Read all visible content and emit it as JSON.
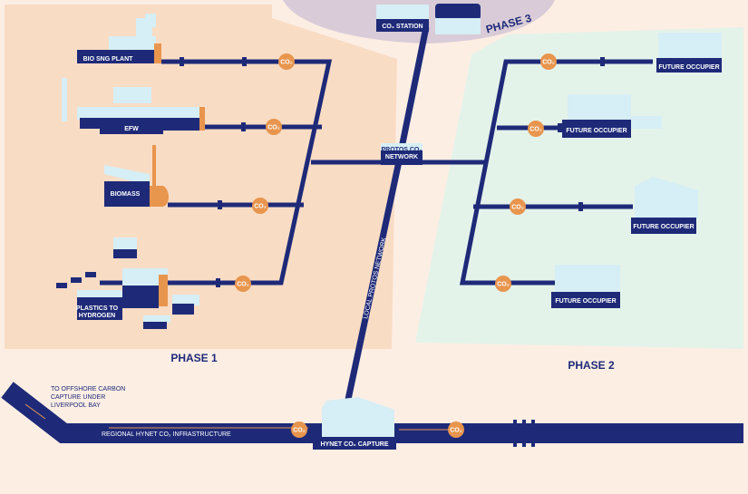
{
  "colors": {
    "background": "#fdeee4",
    "phase1_zone": "#f9dcc4",
    "phase2_zone": "#e4f3ea",
    "phase3_zone": "#d9ccd8",
    "pipe": "#1e2a78",
    "co2_badge": "#e8954e",
    "building_top": "#d6eef5",
    "building_front": "#1e2a78",
    "building_side": "#e8954e"
  },
  "phases": {
    "phase1": "PHASE 1",
    "phase2": "PHASE 2",
    "phase3": "PHASE 3"
  },
  "co2_label": "CO₂",
  "facilities": {
    "co2_station": "CO₂ STATION",
    "bio_sng": "BIO SNG PLANT",
    "efw": "EFW",
    "biomass": "BIOMASS",
    "plastics_line1": "PLASTICS TO",
    "plastics_line2": "HYDROGEN",
    "protos_line1": "PROTOS CO₂",
    "protos_line2": "NETWORK",
    "future_1": "FUTURE OCCUPIER",
    "future_2": "FUTURE OCCUPIER",
    "future_3": "FUTURE OCCUPIER",
    "future_4": "FUTURE OCCUPIER",
    "hynet_capture": "HYNET CO₂ CAPTURE"
  },
  "networks": {
    "local": "LOCAL PROTOS NETWORK",
    "regional": "REGIONAL HYNET CO₂ INFRASTRUCTURE"
  },
  "offshore_note": {
    "line1": "TO OFFSHORE CARBON",
    "line2": "CAPTURE UNDER",
    "line3": "LIVERPOOL BAY"
  }
}
